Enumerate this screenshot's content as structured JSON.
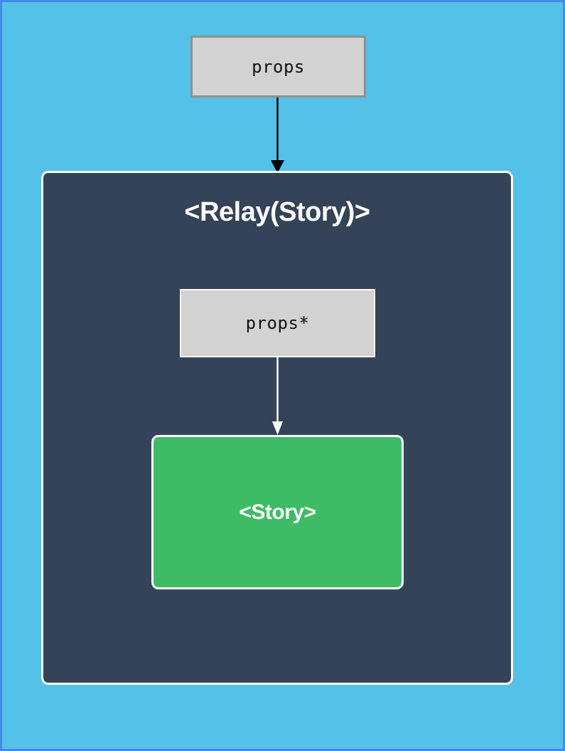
{
  "diagram": {
    "outer_props_label": "props",
    "relay_container_title": "<Relay(Story)>",
    "inner_props_label": "props*",
    "story_label": "<Story>"
  },
  "colors": {
    "background": "#54c1e8",
    "frame_border": "#4688ee",
    "container_fill": "#344357",
    "container_border": "#ffffff",
    "props_box_fill": "#d2d2d2",
    "props_box_border": "#909090",
    "inner_props_border": "#ffffff",
    "story_fill": "#3dbc64",
    "arrow_outer": "#000000",
    "arrow_inner": "#ffffff",
    "text_dark": "#111111",
    "text_light": "#ffffff"
  }
}
